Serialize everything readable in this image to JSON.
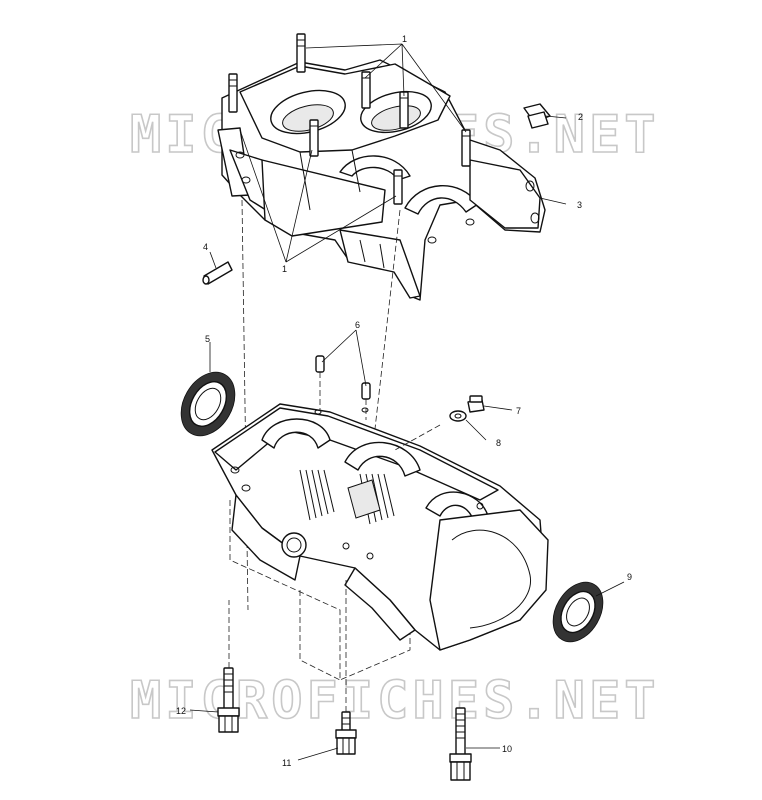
{
  "watermark": {
    "text": "MICROFICHES.NET"
  },
  "callouts": [
    "1",
    "1",
    "2",
    "3",
    "4",
    "5",
    "6",
    "7",
    "8",
    "9",
    "10",
    "11",
    "12"
  ],
  "colors": {
    "line": "#111111",
    "watermark": "#c8c8c8",
    "background": "#ffffff"
  }
}
